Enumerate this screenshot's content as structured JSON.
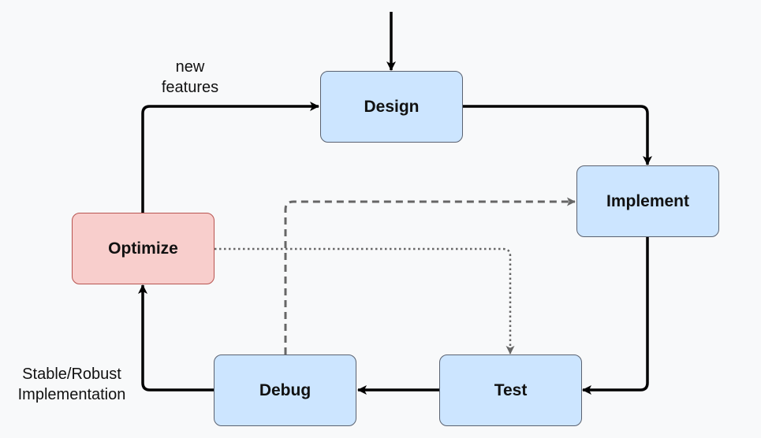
{
  "nodes": {
    "design": "Design",
    "implement": "Implement",
    "test": "Test",
    "debug": "Debug",
    "optimize": "Optimize"
  },
  "labels": {
    "new_features_line1": "new",
    "new_features_line2": "features",
    "stable_line1": "Stable/Robust",
    "stable_line2": "Implementation"
  },
  "colors": {
    "node_fill": "#cce5ff",
    "highlight_fill": "#f8cecc",
    "edge": "#000000",
    "secondary_edge": "#666666"
  }
}
